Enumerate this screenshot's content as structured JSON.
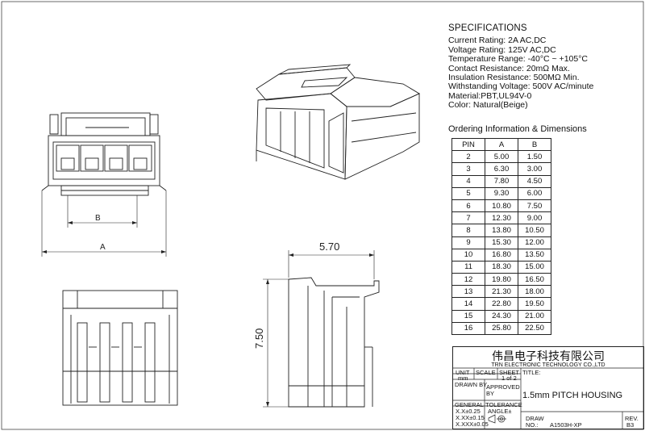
{
  "specifications": {
    "heading": "SPECIFICATIONS",
    "lines": [
      "Current Rating: 2A AC,DC",
      "Voltage Rating: 125V AC,DC",
      "Temperature Range: -40°C ~ +105°C",
      "Contact Resistance: 20mΩ Max.",
      "Insulation Resistance: 500MΩ Min.",
      "Withstanding Voltage: 500V AC/minute",
      "Material:PBT,UL94V-0",
      "Color: Natural(Beige)"
    ]
  },
  "ordering": {
    "title": "Ordering Information & Dimensions",
    "headers": [
      "PIN",
      "A",
      "B"
    ],
    "rows": [
      [
        "2",
        "5.00",
        "1.50"
      ],
      [
        "3",
        "6.30",
        "3.00"
      ],
      [
        "4",
        "7.80",
        "4.50"
      ],
      [
        "5",
        "9.30",
        "6.00"
      ],
      [
        "6",
        "10.80",
        "7.50"
      ],
      [
        "7",
        "12.30",
        "9.00"
      ],
      [
        "8",
        "13.80",
        "10.50"
      ],
      [
        "9",
        "15.30",
        "12.00"
      ],
      [
        "10",
        "16.80",
        "13.50"
      ],
      [
        "11",
        "18.30",
        "15.00"
      ],
      [
        "12",
        "19.80",
        "16.50"
      ],
      [
        "13",
        "21.30",
        "18.00"
      ],
      [
        "14",
        "22.80",
        "19.50"
      ],
      [
        "15",
        "24.30",
        "21.00"
      ],
      [
        "16",
        "25.80",
        "22.50"
      ]
    ]
  },
  "drawing": {
    "dim_b": "B",
    "dim_a": "A",
    "dim_width": "5.70",
    "dim_height": "7.50"
  },
  "title_block": {
    "company_cn": "伟昌电子科技有限公司",
    "company_en": "TRN ELECTRONIC TECHNOLOGY CO.,LTD",
    "unit_label": "UNIT",
    "scale_label": "SCALE",
    "sheet_label": "SHEET",
    "title_label": "TITLE:",
    "unit_value": "mm",
    "sheet_value": "1 of 2",
    "drawn_by": "DRAWN BY",
    "approved_by": "APPROVED BY",
    "title_value": "1.5mm PITCH HOUSING",
    "general_label": "GENERAL",
    "tolerance_label": "TOLERANCE",
    "tol_1": "X.X±0.25",
    "tol_2": "X.XX±0.15",
    "tol_3": "X.XXX±0.05",
    "angle_label": "ANGLE±",
    "draw_label": "DRAW",
    "no_label": "NO.:",
    "drawing_no": "A1503H-XP",
    "rev_label": "REV.",
    "rev_value": "B3"
  }
}
